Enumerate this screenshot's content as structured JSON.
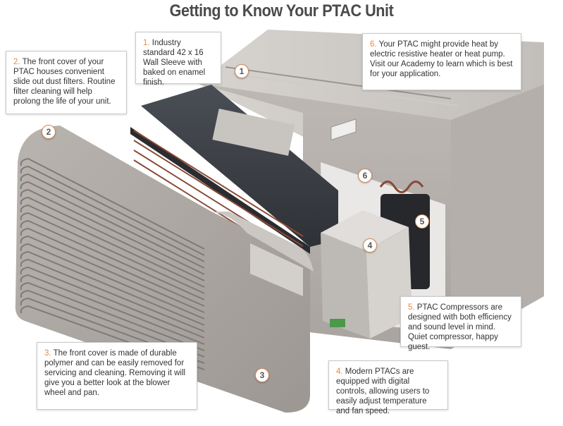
{
  "title": "Getting to Know Your PTAC Unit",
  "colors": {
    "accent": "#f0873b",
    "unit_body": "#a8a4a0",
    "coil": "#8a4a35"
  },
  "callouts": [
    {
      "num": "1.",
      "text": "Industry standard 42 x 16 Wall Sleeve with baked on enamel finish."
    },
    {
      "num": "2.",
      "text": "The front cover of your PTAC houses convenient slide out dust filters. Routine filter cleaning will help prolong the life of your unit."
    },
    {
      "num": "3.",
      "text": "The front cover is made of durable polymer and can be easily removed for servicing and cleaning. Removing it will give you a better look at the blower wheel and pan."
    },
    {
      "num": "4.",
      "text": "Modern PTACs are equipped with digital controls, allowing users to easily adjust temperature and fan speed."
    },
    {
      "num": "5.",
      "text": "PTAC Compressors are designed with both efficiency and sound level in mind. Quiet compressor, happy guest."
    },
    {
      "num": "6.",
      "text": "Your PTAC might provide heat by electric resistive heater or heat pump. Visit our Academy to learn which is best for your application."
    }
  ],
  "markers": [
    "1",
    "2",
    "3",
    "4",
    "5",
    "6"
  ]
}
